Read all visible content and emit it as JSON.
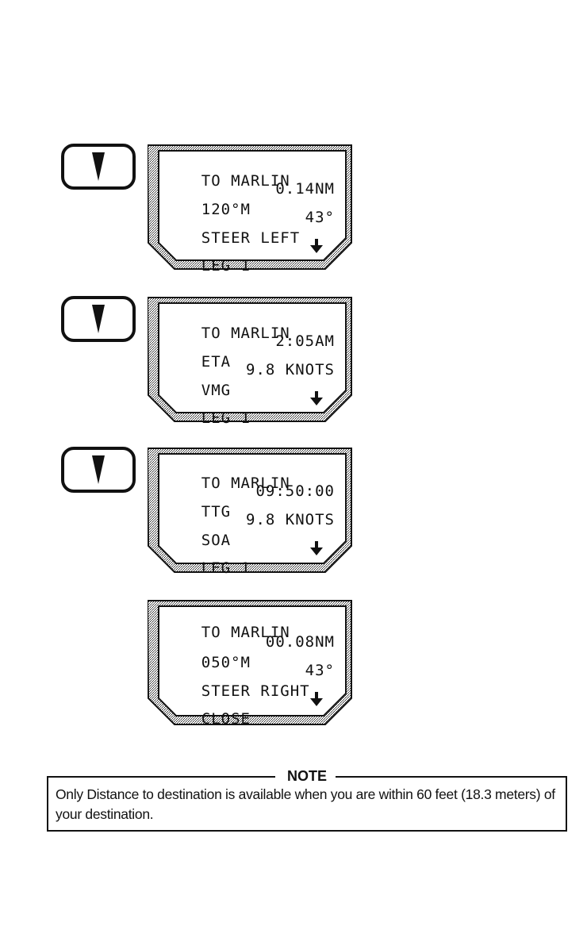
{
  "screens": [
    {
      "lines": [
        {
          "left": "TO MARLIN",
          "right": ""
        },
        {
          "left": "120°M",
          "right": "0.14NM"
        },
        {
          "left": "STEER LEFT",
          "right": "43°"
        },
        {
          "left": "LEG 1",
          "icon": "down-arrow-icon"
        }
      ]
    },
    {
      "lines": [
        {
          "left": "TO MARLIN",
          "right": ""
        },
        {
          "left": "ETA",
          "right": "2:05AM"
        },
        {
          "left": "VMG",
          "right": "9.8 KNOTS"
        },
        {
          "left": "LEG 1",
          "icon": "down-arrow-icon"
        }
      ]
    },
    {
      "lines": [
        {
          "left": "TO MARLIN",
          "right": ""
        },
        {
          "left": "TTG",
          "right": "09:50:00"
        },
        {
          "left": "SOA",
          "right": "9.8 KNOTS"
        },
        {
          "left": "LEG 1",
          "icon": "down-arrow-icon"
        }
      ]
    },
    {
      "lines": [
        {
          "left": "TO MARLIN",
          "right": ""
        },
        {
          "left": "050°M",
          "right": "00.08NM"
        },
        {
          "left": "STEER RIGHT",
          "right": "43°"
        },
        {
          "left": "CLOSE",
          "icon": "down-arrow-icon"
        }
      ]
    }
  ],
  "buttons": [
    {
      "icon": "down-triangle-icon"
    },
    {
      "icon": "down-triangle-icon"
    },
    {
      "icon": "down-triangle-icon"
    }
  ],
  "note": {
    "title": "NOTE",
    "body": "Only Distance to destination is available when you are within 60 feet (18.3 meters) of your destination."
  }
}
